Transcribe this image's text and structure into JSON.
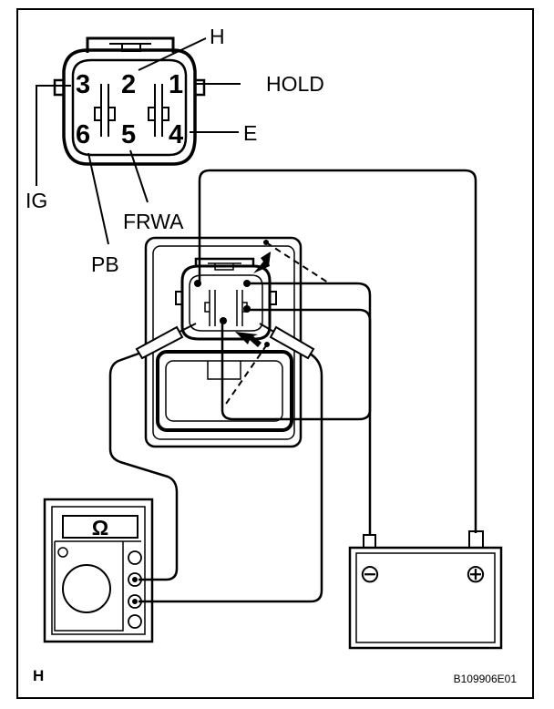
{
  "connector": {
    "pins": [
      "3",
      "2",
      "1",
      "6",
      "5",
      "4"
    ],
    "terminals": {
      "h": "H",
      "hold": "HOLD",
      "e": "E",
      "ig": "IG",
      "frwa": "FRWA",
      "pb": "PB"
    }
  },
  "meter": {
    "symbol": "Ω"
  },
  "battery": {
    "negative": "⊖",
    "positive": "⊕"
  },
  "footer": {
    "left": "H",
    "code": "B109906E01"
  }
}
